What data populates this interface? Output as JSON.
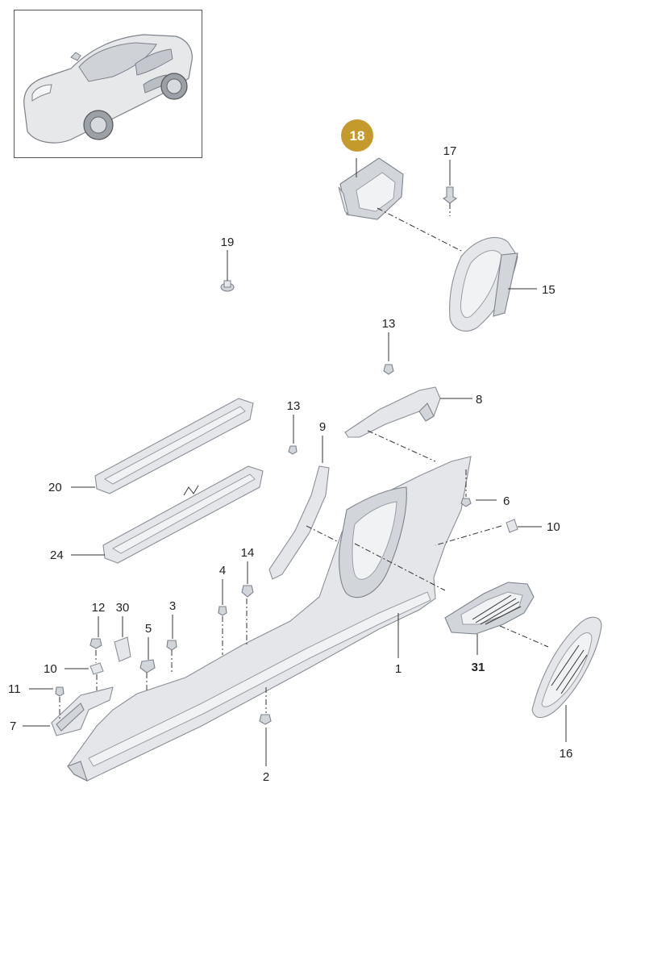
{
  "callouts": {
    "c1": "1",
    "c2": "2",
    "c3": "3",
    "c4": "4",
    "c5": "5",
    "c6": "6",
    "c7": "7",
    "c8": "8",
    "c9": "9",
    "c10a": "10",
    "c10b": "10",
    "c11": "11",
    "c12": "12",
    "c13a": "13",
    "c13b": "13",
    "c14": "14",
    "c15": "15",
    "c16": "16",
    "c17": "17",
    "c18": "18",
    "c19": "19",
    "c20": "20",
    "c24": "24",
    "c30": "30",
    "c31": "31"
  },
  "highlight": {
    "part": "18",
    "badge_color": "#c49a2c"
  },
  "icons": {
    "thumbnail": "car-thumbnail-icon"
  }
}
